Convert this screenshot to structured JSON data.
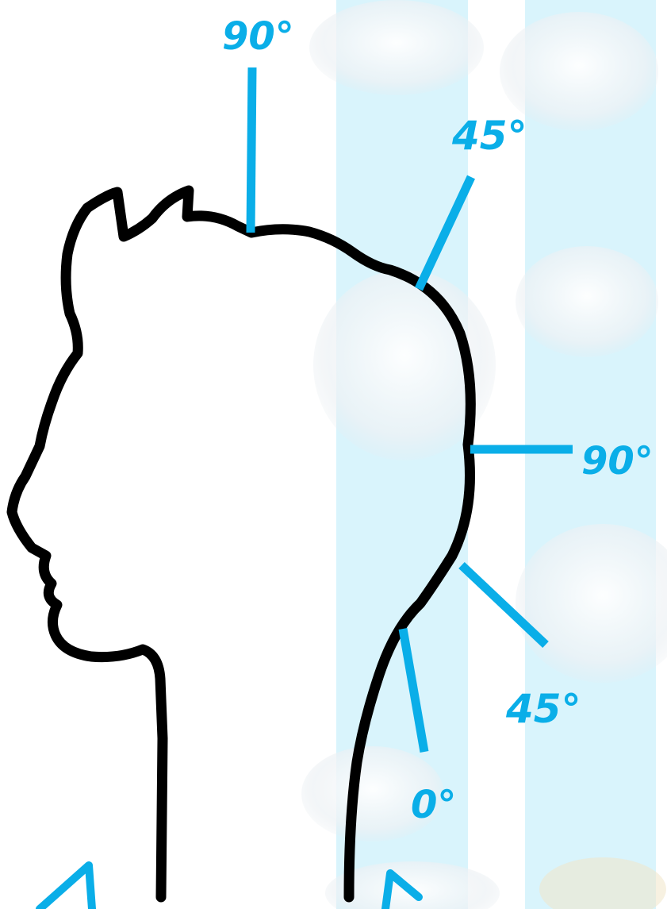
{
  "colors": {
    "background": "#ffffff",
    "stripe": "#d9f4fc",
    "cloud": "#f4f7f9",
    "outline": "#000000",
    "accent": "#0aaee8",
    "corner_cloud": "#f1e6c8"
  },
  "labels": {
    "top": "90°",
    "upper_back": "45°",
    "back": "90°",
    "lower_back": "45°",
    "neck": "0°"
  }
}
